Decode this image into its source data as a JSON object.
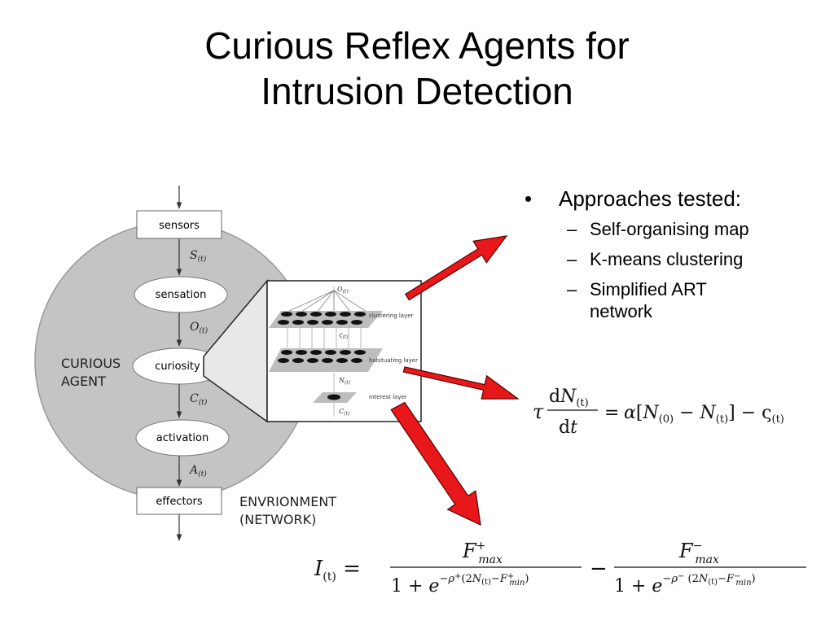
{
  "title": {
    "line1": "Curious Reflex Agents for",
    "line2": "Intrusion Detection"
  },
  "diagram": {
    "nodes": [
      "sensors",
      "sensation",
      "curiosity",
      "activation",
      "effectors"
    ],
    "signals": [
      "S",
      "O",
      "C",
      "A"
    ],
    "signal_subscript": "(t)",
    "agent_label": [
      "CURIOUS",
      "AGENT"
    ],
    "environment_label": [
      "ENVRIONMENT",
      "(NETWORK)"
    ],
    "inset": {
      "layers": [
        "clustering layer",
        "habituating layer",
        "interest layer"
      ],
      "signals": [
        "O",
        "ς",
        "N",
        "C"
      ]
    }
  },
  "bullets": {
    "main": "Approaches tested:",
    "subs": [
      "Self-organising map",
      "K-means clustering",
      "Simplified ART network"
    ]
  },
  "colors": {
    "arrow_fill": "#e8171a",
    "agent_circle": "#c4c4c4"
  }
}
